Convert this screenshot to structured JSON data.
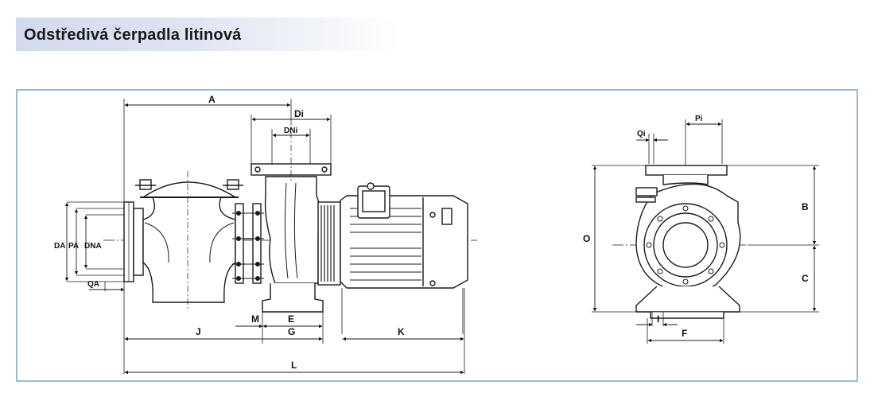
{
  "title": "Odstředivá čerpadla litinová",
  "side_view_labels": {
    "A": "A",
    "Di": "Di",
    "DNi": "DNi",
    "DA": "DA",
    "PA": "PA",
    "DNA": "DNA",
    "QA": "QA",
    "J": "J",
    "M": "M",
    "E": "E",
    "G": "G",
    "K": "K",
    "L": "L"
  },
  "front_view_labels": {
    "Pi": "Pi",
    "Qi": "Qi",
    "O": "O",
    "B": "B",
    "C": "C",
    "I": "I",
    "F": "F"
  },
  "colors": {
    "frame_border": "#9fb8d6",
    "title_gradient_start": "#d2daed",
    "line": "#1a1a1a"
  }
}
